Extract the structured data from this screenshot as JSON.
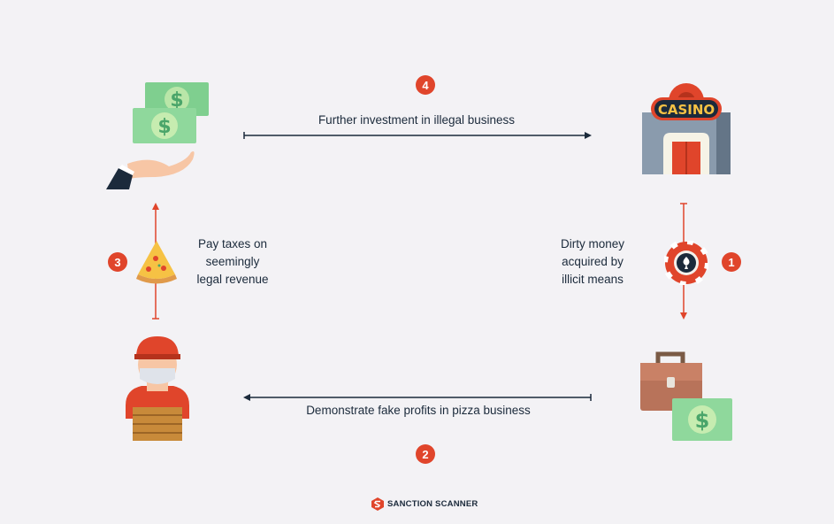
{
  "steps": [
    {
      "number": "1",
      "text_lines": [
        "Dirty money",
        "acquired by",
        "illicit means"
      ]
    },
    {
      "number": "2",
      "text": "Demonstrate fake profits in pizza business"
    },
    {
      "number": "3",
      "text_lines": [
        "Pay taxes on",
        "seemingly",
        "legal revenue"
      ]
    },
    {
      "number": "4",
      "text": "Further investment in illegal business"
    }
  ],
  "icons": {
    "top_left": "hand-with-money-icon",
    "top_right": "casino-icon",
    "bottom_right": "briefcase-with-money-icon",
    "bottom_left": "pizza-delivery-man-icon",
    "left_middle": "pizza-slice-icon",
    "right_middle": "poker-chip-icon"
  },
  "colors": {
    "accent": "#e0452b",
    "text": "#1b2a3b",
    "background": "#f3f2f5"
  },
  "brand": {
    "name": "SANCTION SCANNER"
  }
}
